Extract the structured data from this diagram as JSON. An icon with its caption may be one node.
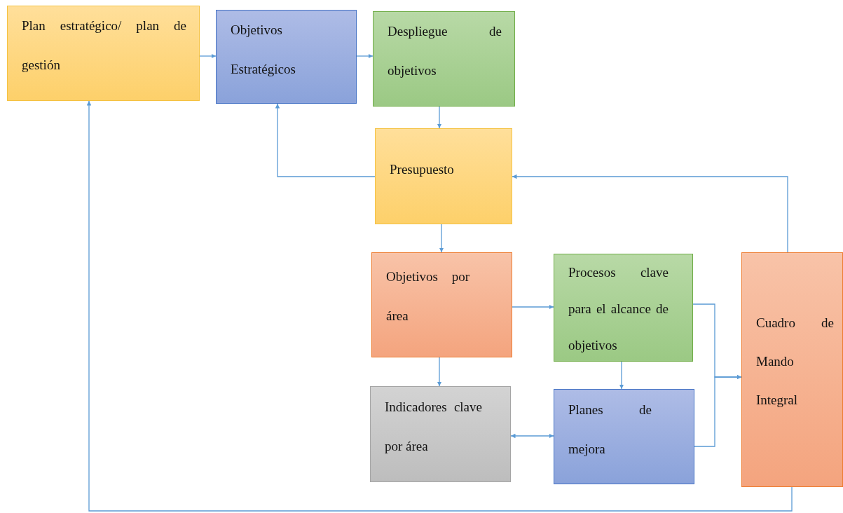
{
  "diagram": {
    "nodes": [
      {
        "text": [
          "Plan estratégico/ plan de gestión"
        ]
      },
      {
        "text": [
          "Objetivos Estratégicos"
        ]
      },
      {
        "text": [
          "Despliegue de objetivos"
        ]
      },
      {
        "text": [
          "Presupuesto"
        ]
      },
      {
        "text": [
          "Objetivos por área"
        ]
      },
      {
        "text": [
          "Procesos clave para el alcance de objetivos"
        ]
      },
      {
        "text": [
          "Cuadro de Mando Integral"
        ]
      },
      {
        "text": [
          "Indicadores clave por área"
        ]
      },
      {
        "text": [
          "Planes de mejora"
        ]
      }
    ],
    "edges": [
      {
        "from": 0,
        "to": 1,
        "arrow": "to"
      },
      {
        "from": 1,
        "to": 2,
        "arrow": "to"
      },
      {
        "from": 2,
        "to": 3,
        "arrow": "to"
      },
      {
        "from": 3,
        "to": 1,
        "arrow": "to"
      },
      {
        "from": 6,
        "to": 3,
        "arrow": "to"
      },
      {
        "from": 3,
        "to": 4,
        "arrow": "to"
      },
      {
        "from": 4,
        "to": 5,
        "arrow": "to"
      },
      {
        "from": 4,
        "to": 7,
        "arrow": "to"
      },
      {
        "from": 5,
        "to": 8,
        "arrow": "to"
      },
      {
        "from": 7,
        "to": 8,
        "arrow": "both"
      },
      {
        "from": 5,
        "to": 6,
        "arrow": "to"
      },
      {
        "from": 8,
        "to": 6,
        "arrow": "to"
      },
      {
        "from": 6,
        "to": 0,
        "arrow": "to"
      }
    ]
  }
}
